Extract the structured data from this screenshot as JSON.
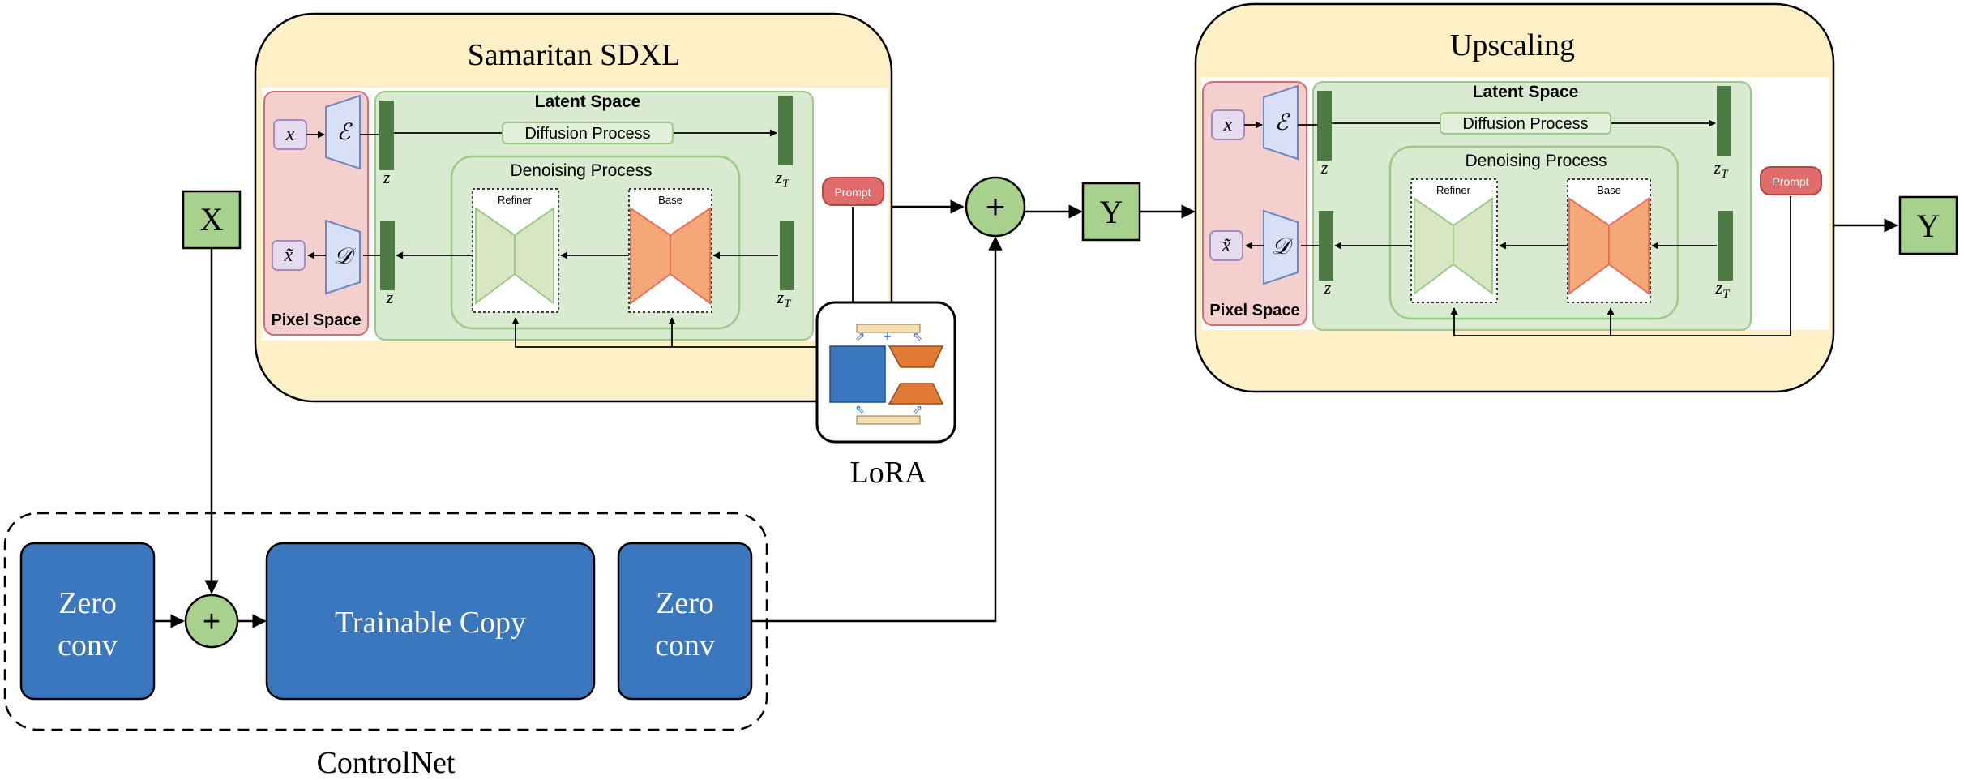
{
  "left_panel": {
    "title": "Samaritan SDXL",
    "latent_space": "Latent Space",
    "diffusion_process": "Diffusion Process",
    "denoising_process": "Denoising Process",
    "pixel_space": "Pixel Space",
    "refiner": "Refiner",
    "base": "Base",
    "prompt": "Prompt",
    "x": "x",
    "x_tilde": "x̃",
    "encoder": "ℰ",
    "decoder": "𝒟",
    "z": "z",
    "z_T": "z",
    "z_T_sub": "T"
  },
  "right_panel": {
    "title": "Upscaling",
    "latent_space": "Latent Space",
    "diffusion_process": "Diffusion Process",
    "denoising_process": "Denoising Process",
    "pixel_space": "Pixel Space",
    "refiner": "Refiner",
    "base": "Base",
    "prompt": "Prompt",
    "x": "x",
    "x_tilde": "x̃",
    "encoder": "ℰ",
    "decoder": "𝒟",
    "z": "z",
    "z_T": "z",
    "z_T_sub": "T"
  },
  "controlnet": {
    "label": "ControlNet",
    "zero_conv_1": [
      "Zero",
      "conv"
    ],
    "trainable_copy": "Trainable Copy",
    "zero_conv_2": [
      "Zero",
      "conv"
    ]
  },
  "nodes": {
    "input_x": "X",
    "mid_y": "Y",
    "output_y": "Y",
    "plus": "+",
    "lora_label": "LoRA"
  },
  "colors": {
    "panel_fill": "#fdefc6",
    "latent_fill": "#d8eacf",
    "latent_stroke": "#9cc98a",
    "pixel_fill": "#f3cfcd",
    "pixel_stroke": "#d06f74",
    "blue_block": "#3a77bf",
    "node_green": "#a9d18e",
    "prompt_red": "#e06c6c",
    "refiner_green": "#d9e6c3",
    "base_orange": "#f4a878",
    "encoder_blue": "#d7e0f4",
    "bar_green": "#4e7b43"
  }
}
